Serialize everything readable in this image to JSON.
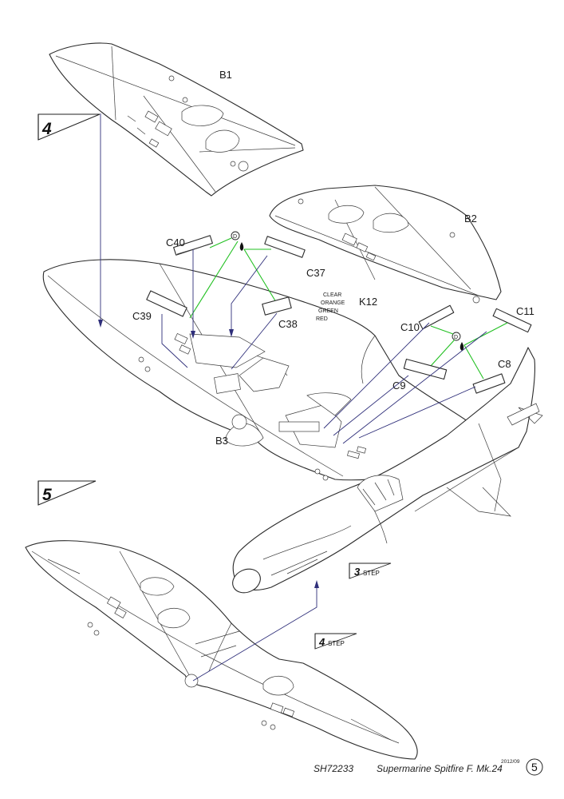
{
  "steps": {
    "step4": "4",
    "step5": "5"
  },
  "parts": {
    "b1": "B1",
    "b2": "B2",
    "b3": "B3",
    "c40": "C40",
    "c37": "C37",
    "c39": "C39",
    "c38": "C38",
    "c10": "C10",
    "c11": "C11",
    "c9": "C9",
    "c8": "C8",
    "k12": "K12"
  },
  "light_colors": [
    "CLEAR",
    "ORANGE",
    "GREEN",
    "RED"
  ],
  "glue_marker": "D",
  "step_refs": {
    "ref3_number": "3",
    "ref4_number": "4",
    "step_word": "STEP"
  },
  "footer": {
    "code": "SH72233",
    "title": "Supermarine Spitfire F. Mk.24",
    "date": "2012/09",
    "page": "5"
  },
  "colors": {
    "guide_line": "#2f2f7a",
    "glue_line": "#22c022",
    "outline": "#2a2a2a"
  }
}
